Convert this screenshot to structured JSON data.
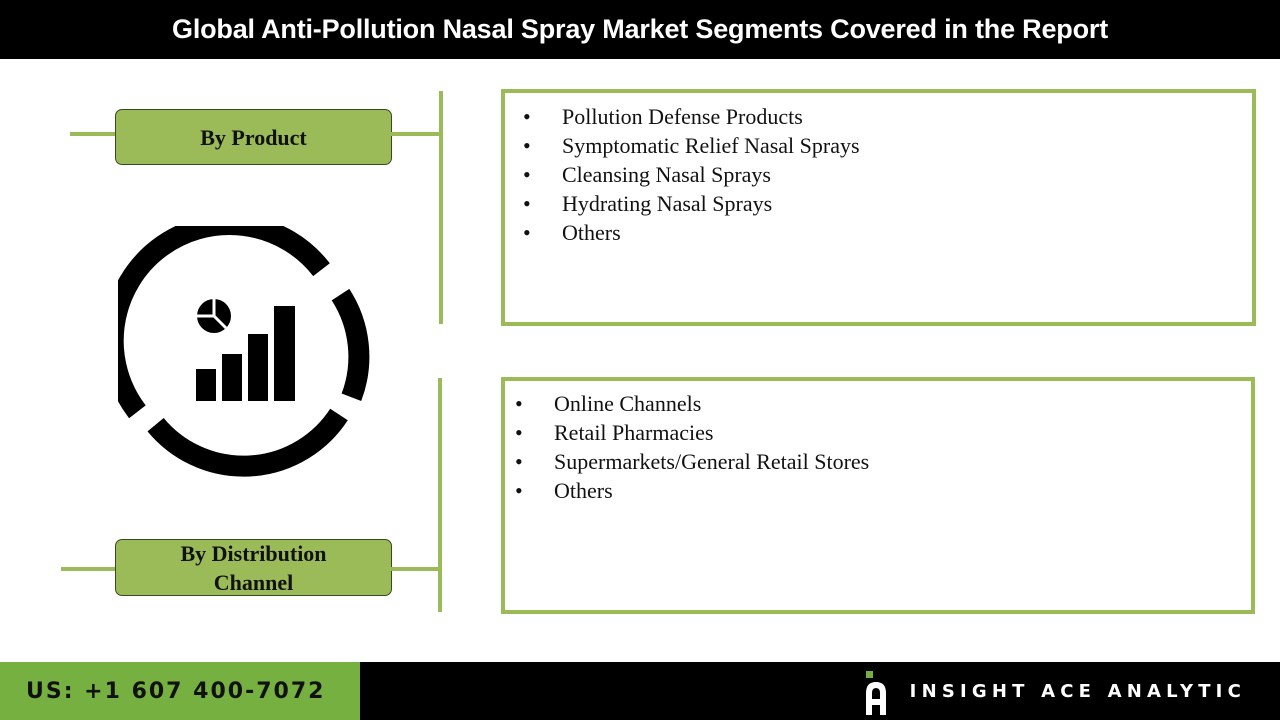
{
  "header": {
    "title": "Global Anti-Pollution Nasal Spray Market Segments Covered in the Report"
  },
  "segments": [
    {
      "label_line1": "By Product",
      "label_line2": "",
      "items": [
        "Pollution Defense Products",
        "Symptomatic Relief Nasal Sprays",
        "Cleansing Nasal Sprays",
        "Hydrating Nasal Sprays",
        "Others"
      ]
    },
    {
      "label_line1": "By Distribution",
      "label_line2": "Channel",
      "items": [
        "Online Channels",
        "Retail Pharmacies",
        "Supermarkets/General Retail Stores",
        "Others"
      ]
    }
  ],
  "bullet_char": "•",
  "center_icon": "analytics-chart-icon",
  "footer": {
    "phone": "US: +1 607 400-7072",
    "brand": "INSIGHT ACE ANALYTIC",
    "logo_icon": "insight-ace-logo-icon"
  },
  "colors": {
    "accent_green": "#9bbb59",
    "footer_green": "#76b041",
    "header_bg": "#000000",
    "logo_dot": "#76b041"
  }
}
